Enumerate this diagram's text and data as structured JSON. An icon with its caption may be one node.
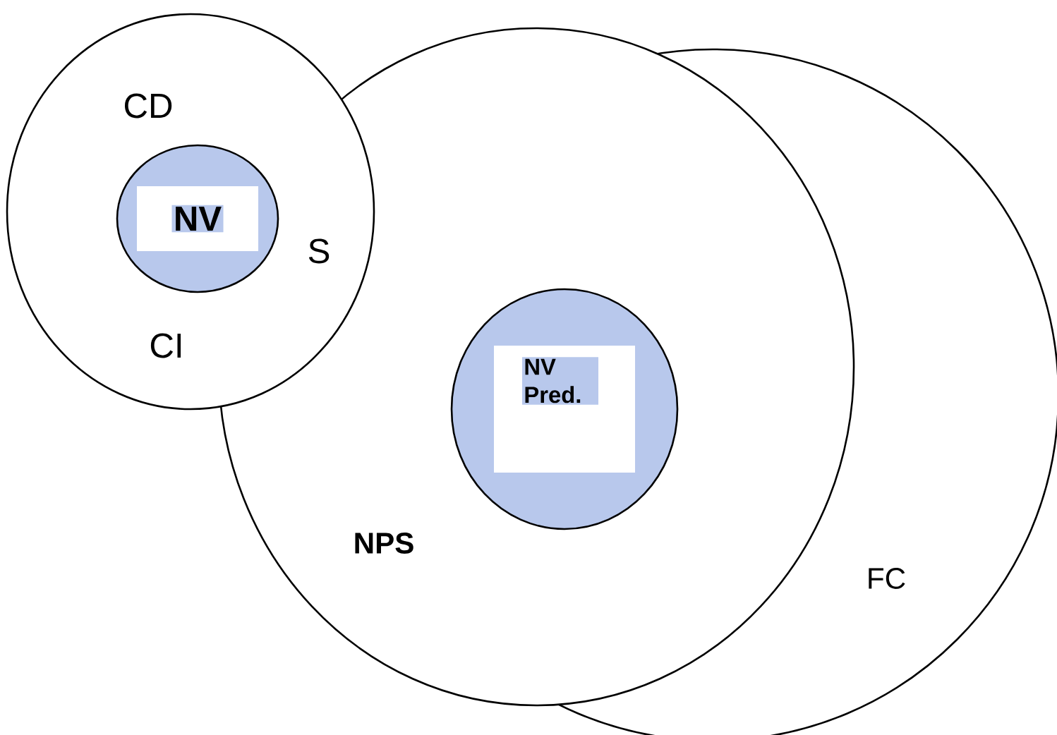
{
  "diagram": {
    "nodes": [
      {
        "text": [
          "CD",
          "S",
          "CI"
        ]
      },
      {
        "text": [
          "NV"
        ],
        "in": 0
      },
      {
        "text": [
          "NPS"
        ]
      },
      {
        "text": [
          "NV Pred."
        ]
      },
      {
        "text": [
          "FC"
        ]
      }
    ]
  }
}
